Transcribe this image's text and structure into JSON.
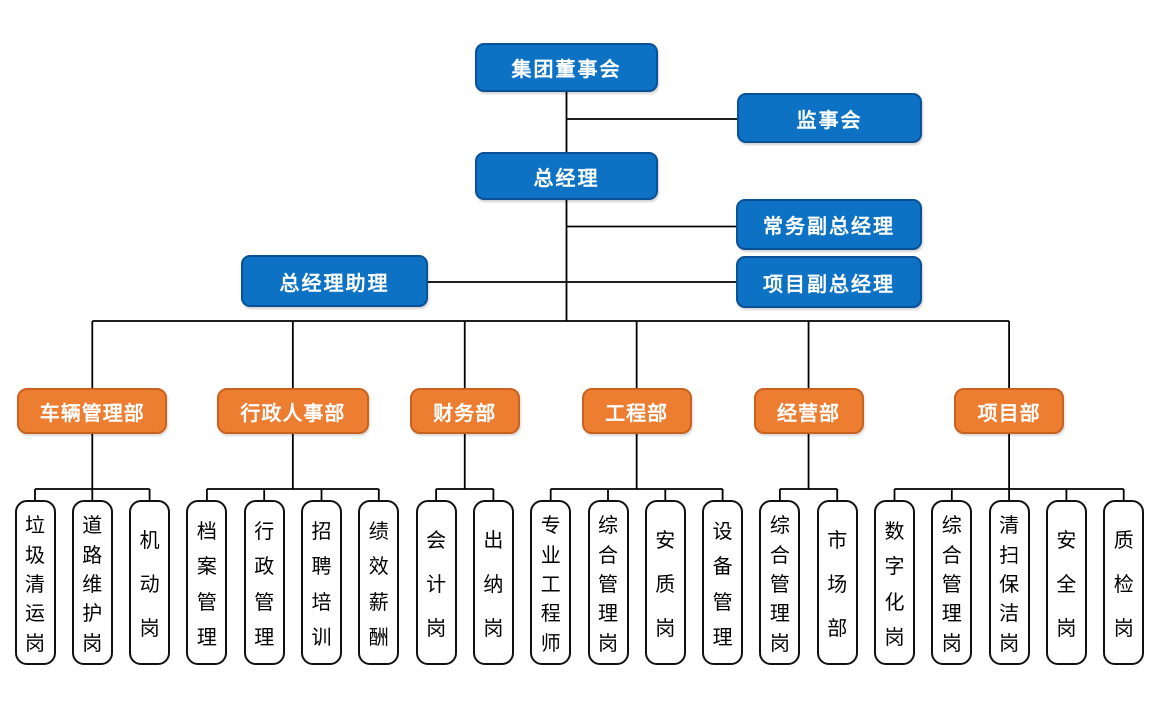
{
  "page": {
    "type": "organization-chart",
    "background": "#ffffff"
  },
  "org": {
    "executives": {
      "board": "集团董事会",
      "supervisory_board": "监事会",
      "general_manager": "总经理",
      "executive_deputy_gm": "常务副总经理",
      "gm_assistant": "总经理助理",
      "project_deputy_gm": "项目副总经理"
    },
    "departments": [
      {
        "label": "车辆管理部",
        "positions": [
          "垃圾清运岗",
          "道路维护岗",
          "机动岗"
        ]
      },
      {
        "label": "行政人事部",
        "positions": [
          "档案管理",
          "行政管理",
          "招聘培训",
          "绩效薪酬"
        ]
      },
      {
        "label": "财务部",
        "positions": [
          "会计岗",
          "出纳岗"
        ]
      },
      {
        "label": "工程部",
        "positions": [
          "专业工程师",
          "综合管理岗",
          "安质岗",
          "设备管理"
        ]
      },
      {
        "label": "经营部",
        "positions": [
          "综合管理岗",
          "市场部"
        ]
      },
      {
        "label": "项目部",
        "positions": [
          "数字化岗",
          "综合管理岗",
          "清扫保洁岗",
          "安全岗",
          "质检岗"
        ]
      }
    ],
    "colors": {
      "executive_fill": "#0d72c4",
      "department_fill": "#ed7d31",
      "position_fill": "#ffffff",
      "line": "#000000"
    }
  }
}
